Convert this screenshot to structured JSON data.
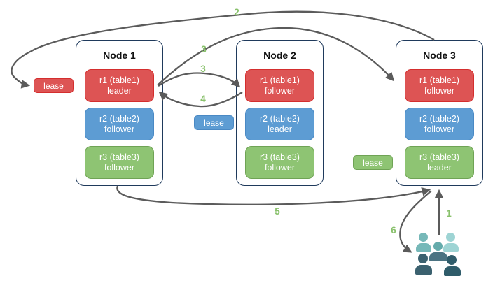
{
  "diagram": {
    "nodes": [
      {
        "title": "Node 1",
        "replicas": [
          {
            "label": "r1 (table1)",
            "role": "leader",
            "color": "#dd5454"
          },
          {
            "label": "r2 (table2)",
            "role": "follower",
            "color": "#5d9cd3"
          },
          {
            "label": "r3 (table3)",
            "role": "follower",
            "color": "#8ec473"
          }
        ]
      },
      {
        "title": "Node 2",
        "replicas": [
          {
            "label": "r1 (table1)",
            "role": "follower",
            "color": "#dd5454"
          },
          {
            "label": "r2 (table2)",
            "role": "leader",
            "color": "#5d9cd3"
          },
          {
            "label": "r3 (table3)",
            "role": "follower",
            "color": "#8ec473"
          }
        ]
      },
      {
        "title": "Node 3",
        "replicas": [
          {
            "label": "r1 (table1)",
            "role": "follower",
            "color": "#dd5454"
          },
          {
            "label": "r2 (table2)",
            "role": "follower",
            "color": "#5d9cd3"
          },
          {
            "label": "r3 (table3)",
            "role": "leader",
            "color": "#8ec473"
          }
        ]
      }
    ],
    "leases": [
      {
        "label": "lease",
        "color": "#dd5454",
        "near": "Node 1 r1 leader"
      },
      {
        "label": "lease",
        "color": "#5d9cd3",
        "near": "Node 2 r2 leader"
      },
      {
        "label": "lease",
        "color": "#8ec473",
        "near": "Node 3 r3 leader"
      }
    ],
    "steps": {
      "s1": "1",
      "s2": "2",
      "s3a": "3",
      "s3b": "3",
      "s4": "4",
      "s5": "5",
      "s6": "6"
    },
    "colors": {
      "arrow": "#5b5b5b",
      "step_label": "#89c16c",
      "node_border": "#1f3a5c"
    }
  }
}
